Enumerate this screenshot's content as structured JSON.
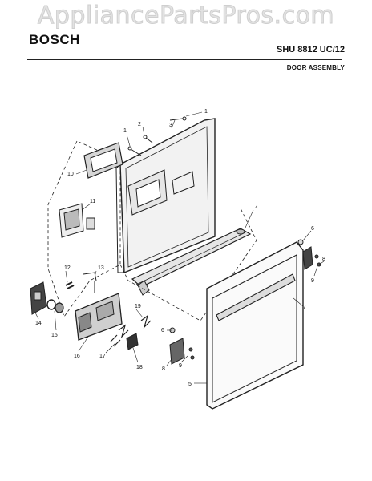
{
  "watermark": "AppliancePartsPros.com",
  "header": {
    "brand": "BOSCH",
    "model": "SHU 8812 UC/12",
    "section_title": "DOOR ASSEMBLY"
  },
  "callouts": [
    "1",
    "2",
    "3",
    "1",
    "10",
    "11",
    "4",
    "6",
    "12",
    "13",
    "7",
    "8",
    "9",
    "14",
    "15",
    "16",
    "19",
    "6",
    "17",
    "18",
    "8",
    "9",
    "5"
  ]
}
